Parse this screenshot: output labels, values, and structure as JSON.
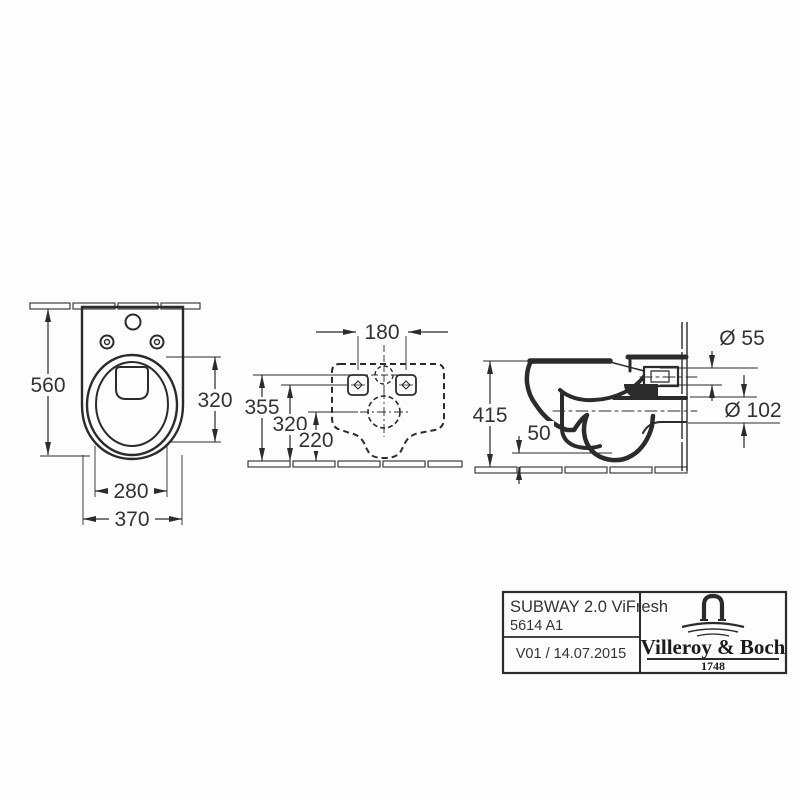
{
  "colors": {
    "line": "#2b2b2b",
    "text": "#333333",
    "background": "#fdfdfd"
  },
  "views": {
    "top": {
      "dims": {
        "depth": "560",
        "bowl_length": "320",
        "bowl_width": "280",
        "width": "370"
      }
    },
    "rear": {
      "dims": {
        "hole_spacing": "180",
        "inlet_center_height": "355",
        "fixing_holes_height": "320",
        "outlet_center_height": "220"
      }
    },
    "side": {
      "dims": {
        "rim_height": "415",
        "bottom_clearance": "50",
        "inlet_diameter": "Ø 55",
        "outlet_diameter": "Ø 102"
      }
    }
  },
  "title_block": {
    "product": "SUBWAY 2.0 ViFresh",
    "article_number": "5614 A1",
    "version_date": "V01 / 14.07.2015",
    "brand": "Villeroy & Boch",
    "brand_year": "1748"
  }
}
